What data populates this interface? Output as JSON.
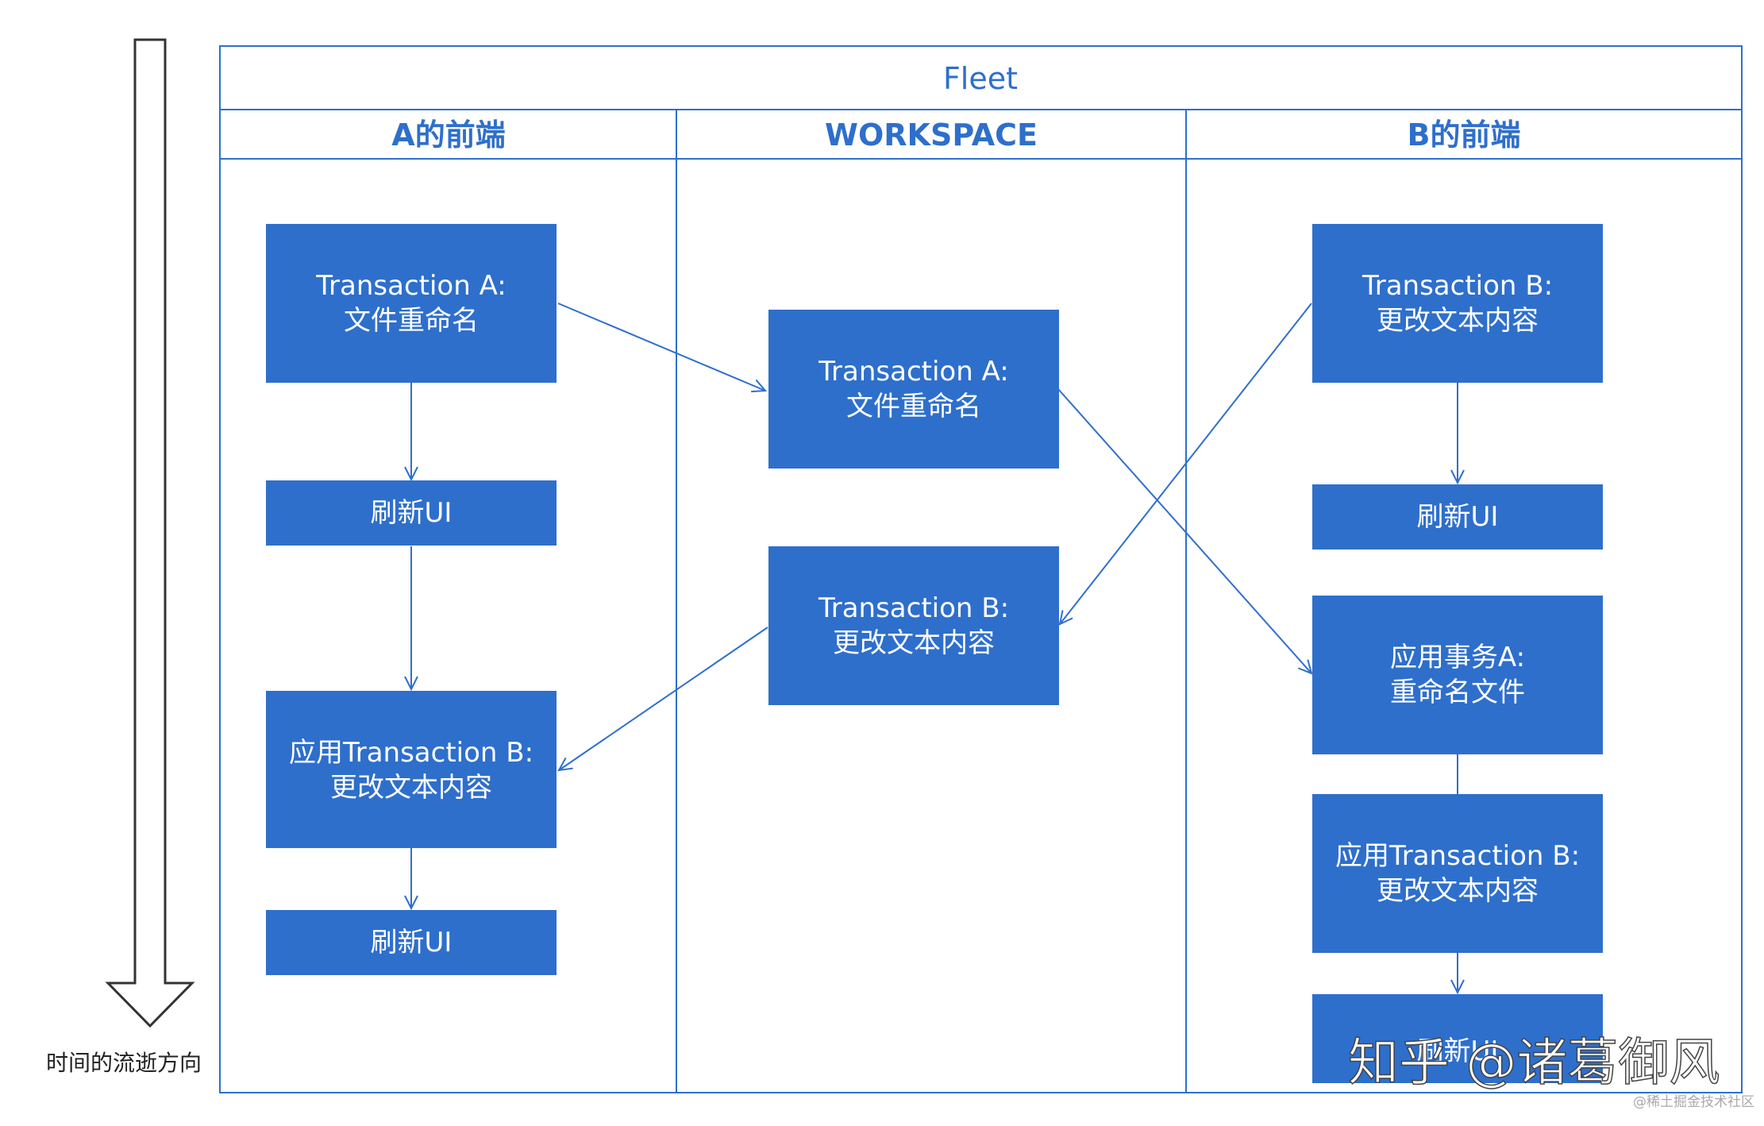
{
  "colors": {
    "accent": "#2e6fcc",
    "box_text": "#ffffff",
    "arrow": "#2e6fcc"
  },
  "pool": {
    "title": "Fleet"
  },
  "lanes": {
    "a": "A的前端",
    "workspace": "WORKSPACE",
    "b": "B的前端"
  },
  "time_axis": {
    "label": "时间的流逝方向"
  },
  "boxes": {
    "a_txn_a": {
      "line1": "Transaction A:",
      "line2": "文件重命名"
    },
    "a_refresh_1": {
      "line1": "刷新UI"
    },
    "a_apply_b": {
      "line1": "应用Transaction B:",
      "line2": "更改文本内容"
    },
    "a_refresh_2": {
      "line1": "刷新UI"
    },
    "ws_txn_a": {
      "line1": "Transaction A:",
      "line2": "文件重命名"
    },
    "ws_txn_b": {
      "line1": "Transaction B:",
      "line2": "更改文本内容"
    },
    "b_txn_b": {
      "line1": "Transaction B:",
      "line2": "更改文本内容"
    },
    "b_refresh_1": {
      "line1": "刷新UI"
    },
    "b_apply_a": {
      "line1": "应用事务A:",
      "line2": "重命名文件"
    },
    "b_apply_b": {
      "line1": "应用Transaction B:",
      "line2": "更改文本内容"
    },
    "b_refresh_2": {
      "line1": "刷新UI"
    }
  },
  "watermark": {
    "main": "知乎 @诸葛御风",
    "sub": "@稀土掘金技术社区"
  }
}
